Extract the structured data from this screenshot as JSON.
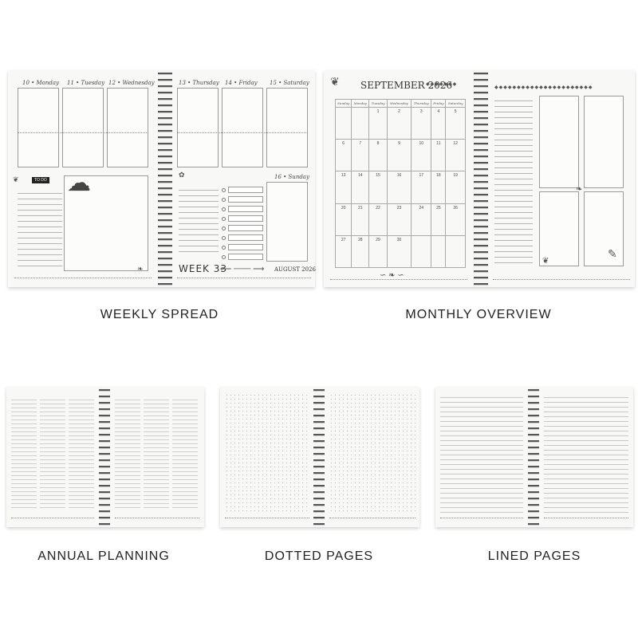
{
  "weekly": {
    "caption": "WEEKLY SPREAD",
    "days_left": [
      {
        "num": "10",
        "name": "Monday"
      },
      {
        "num": "11",
        "name": "Tuesday"
      },
      {
        "num": "12",
        "name": "Wednesday"
      }
    ],
    "days_right": [
      {
        "num": "13",
        "name": "Thursday"
      },
      {
        "num": "14",
        "name": "Friday"
      },
      {
        "num": "15",
        "name": "Saturday"
      }
    ],
    "sunday": {
      "num": "16",
      "name": "Sunday"
    },
    "todo_label": "TO DO",
    "week_label": "WEEK 33",
    "month_label": "AUGUST 2026"
  },
  "monthly": {
    "caption": "MONTHLY OVERVIEW",
    "title": "SEPTEMBER 2026",
    "weekdays": [
      "Sunday",
      "Monday",
      "Tuesday",
      "Wednesday",
      "Thursday",
      "Friday",
      "Saturday"
    ],
    "weeks": [
      [
        "",
        "",
        "1",
        "2",
        "3",
        "4",
        "5"
      ],
      [
        "6",
        "7",
        "8",
        "9",
        "10",
        "11",
        "12"
      ],
      [
        "13",
        "14",
        "15",
        "16",
        "17",
        "18",
        "19"
      ],
      [
        "20",
        "21",
        "22",
        "23",
        "24",
        "25",
        "26"
      ],
      [
        "27",
        "28",
        "29",
        "30",
        "",
        "",
        ""
      ]
    ]
  },
  "annual": {
    "caption": "ANNUAL PLANNING"
  },
  "dotted": {
    "caption": "DOTTED PAGES"
  },
  "lined": {
    "caption": "LINED PAGES"
  }
}
